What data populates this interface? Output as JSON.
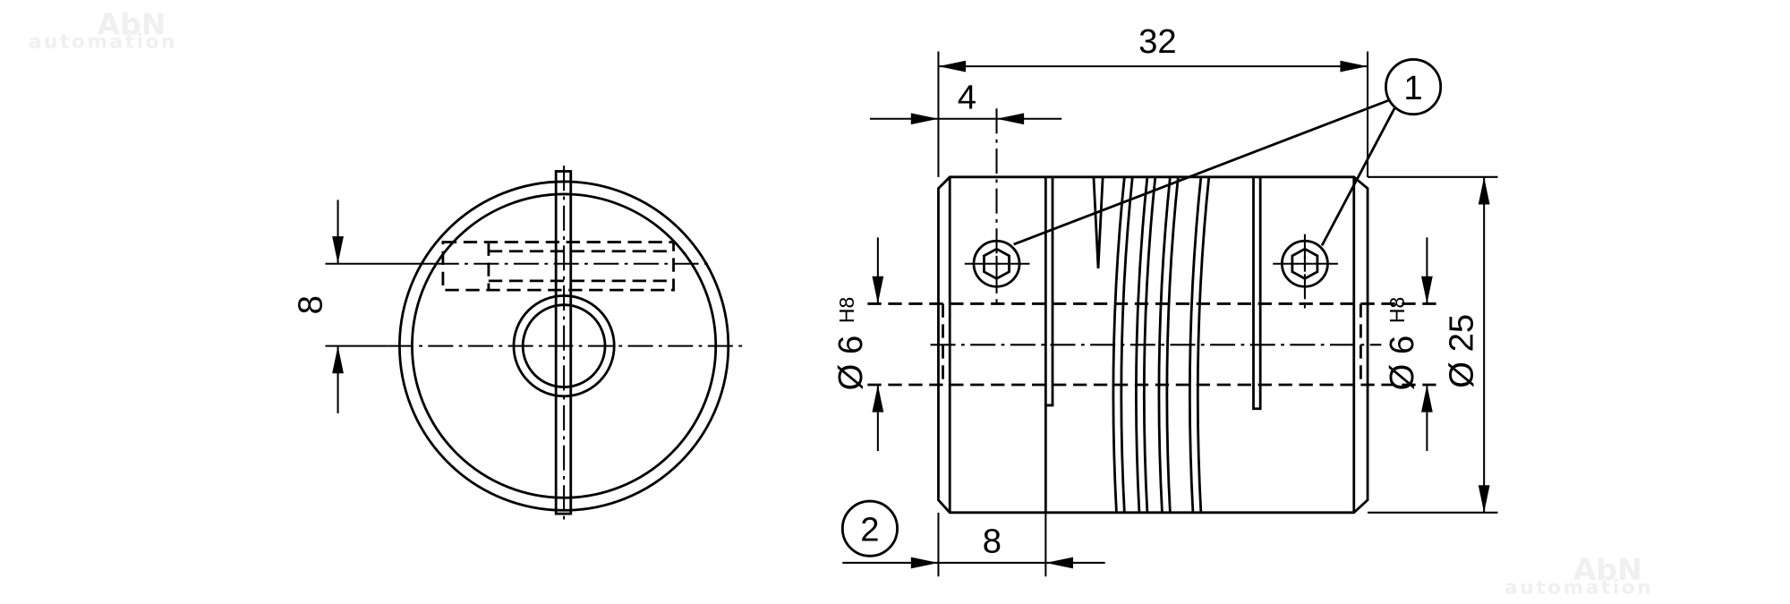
{
  "watermark": {
    "line1": "AbN",
    "line2": "automation"
  },
  "side_view": {
    "dim_screw_offset": "8"
  },
  "front_view": {
    "dim_length": "32",
    "dim_screw_position": "4",
    "dim_clamp_length": "8",
    "bore_left": "Ø 6",
    "bore_left_tol": "H8",
    "bore_right": "Ø 6",
    "bore_right_tol": "H8",
    "outer_diameter": "Ø 25",
    "balloon_1": "1",
    "balloon_2": "2"
  }
}
